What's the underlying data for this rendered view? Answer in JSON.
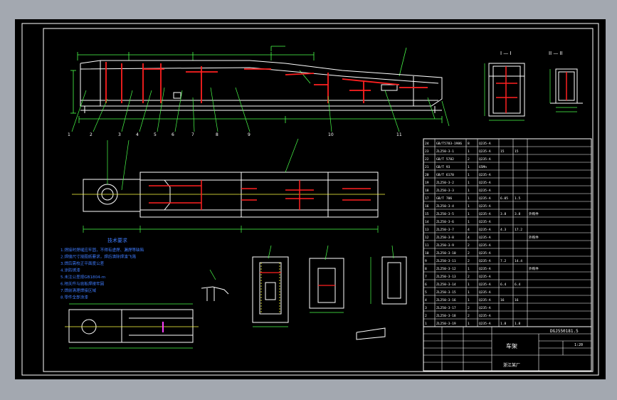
{
  "drawing": {
    "section_label_a": "I — I",
    "section_label_b": "II — II",
    "title_block": {
      "drawing_no": "DGJ550181.5",
      "part_name": "车架",
      "scale": "1:20",
      "owner": "浙江某厂"
    },
    "tech_notes": {
      "heading": "技术要求",
      "lines": [
        "1.焊接时焊缝应牢固，不得有虚焊、漏焊等缺陷",
        "2.焊缝尺寸按图纸要求，焊后清除焊渣飞溅",
        "3.焊后需校正平面度公差",
        "4.涂防锈漆",
        "5.未注公差按GB1804-m",
        "6.相关件与底板焊接牢固",
        "7.焊前清理焊接区域",
        "8.零件全部涂漆"
      ]
    },
    "bom_rows": [
      [
        "24",
        "GB/T5783-1986",
        "8",
        "Q235-A",
        "",
        "",
        ""
      ],
      [
        "23",
        "ZL250-3-1",
        "1",
        "Q235-A",
        "15",
        "15",
        ""
      ],
      [
        "22",
        "GB/T 5782",
        "2",
        "Q235-A",
        "",
        "",
        ""
      ],
      [
        "21",
        "GB/T 93",
        "1",
        "65Mn",
        "",
        "",
        ""
      ],
      [
        "20",
        "GB/T 6170",
        "1",
        "Q235-A",
        "",
        "",
        ""
      ],
      [
        "19",
        "ZL250-3-2",
        "1",
        "Q235-A",
        "",
        "",
        ""
      ],
      [
        "18",
        "ZL250-3-3",
        "1",
        "Q235-A",
        "",
        "",
        ""
      ],
      [
        "17",
        "GB/T 706",
        "1",
        "Q235-A",
        "6.05",
        "1.5",
        ""
      ],
      [
        "16",
        "ZL250-3-4",
        "1",
        "Q235-A",
        "",
        "",
        ""
      ],
      [
        "15",
        "ZL250-3-5",
        "1",
        "Q235-A",
        "3.8",
        "3.8",
        "外购件"
      ],
      [
        "14",
        "ZL250-3-6",
        "1",
        "Q235-A",
        "",
        "",
        ""
      ],
      [
        "13",
        "ZL250-3-7",
        "4",
        "Q235-A",
        "4.3",
        "17.2",
        ""
      ],
      [
        "12",
        "ZL250-3-8",
        "4",
        "Q235-A",
        "",
        "",
        "外购件"
      ],
      [
        "11",
        "ZL250-3-9",
        "2",
        "Q235-A",
        "",
        "",
        ""
      ],
      [
        "10",
        "ZL250-3-10",
        "2",
        "Q235-A",
        "",
        "",
        ""
      ],
      [
        "9",
        "ZL250-3-11",
        "2",
        "Q235-A",
        "7.2",
        "14.4",
        ""
      ],
      [
        "8",
        "ZL250-3-12",
        "1",
        "Q235-A",
        "",
        "",
        "外购件"
      ],
      [
        "7",
        "ZL250-3-13",
        "2",
        "Q235-A",
        "",
        "",
        ""
      ],
      [
        "6",
        "ZL250-3-14",
        "1",
        "Q235-A",
        "6.4",
        "6.4",
        ""
      ],
      [
        "5",
        "ZL250-3-15",
        "1",
        "Q235-A",
        "",
        "",
        ""
      ],
      [
        "4",
        "ZL250-3-16",
        "1",
        "Q235-A",
        "16",
        "16",
        ""
      ],
      [
        "3",
        "ZL250-3-17",
        "2",
        "Q235-A",
        "",
        "",
        ""
      ],
      [
        "2",
        "ZL250-3-18",
        "2",
        "Q235-A",
        "",
        "",
        ""
      ],
      [
        "1",
        "ZL250-3-19",
        "1",
        "Q235-A",
        "1.8",
        "1.8",
        ""
      ]
    ]
  }
}
